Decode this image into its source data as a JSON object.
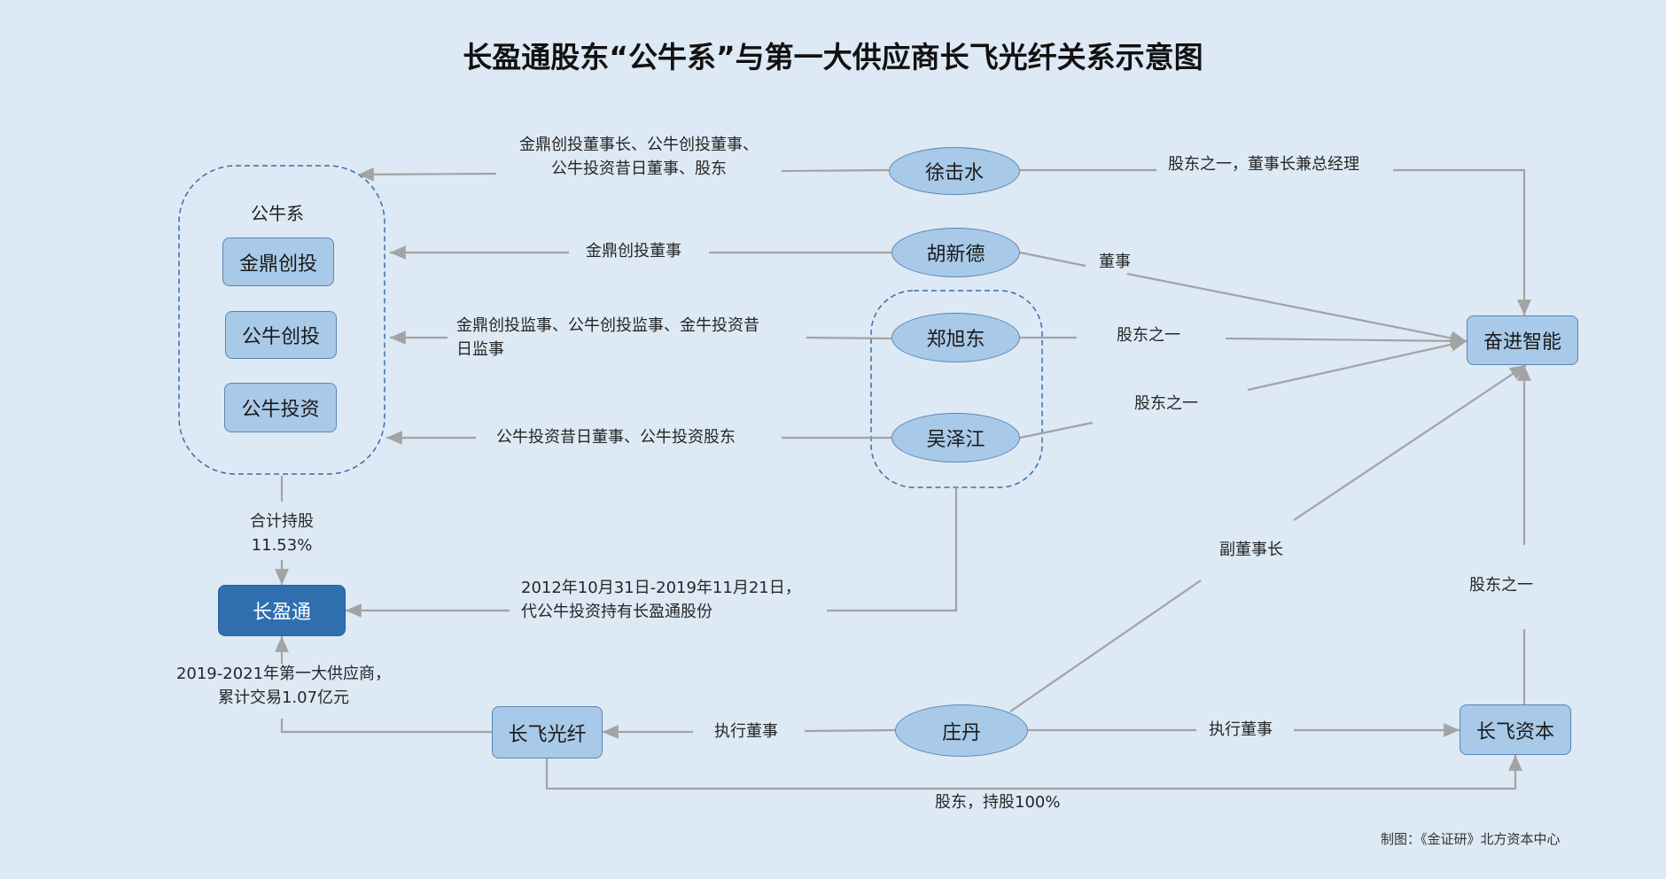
{
  "title": "长盈通股东“公牛系”与第一大供应商长飞光纤关系示意图",
  "group_label": "公牛系",
  "nodes": {
    "jinding": "金鼎创投",
    "gongniu_chuangtou": "公牛创投",
    "gongniu_touzi": "公牛投资",
    "changyingtong": "长盈通",
    "changfei_fiber": "长飞光纤",
    "xu": "徐击水",
    "hu": "胡新德",
    "zheng": "郑旭东",
    "wu": "吴泽江",
    "zhuang": "庄丹",
    "fenjin": "奋进智能",
    "changfei_capital": "长飞资本"
  },
  "edge_labels": {
    "xu_gongniu_1": "金鼎创投董事长、公牛创投董事、",
    "xu_gongniu_2": "公牛投资昔日董事、股东",
    "hu_gongniu": "金鼎创投董事",
    "zheng_gongniu_1": "金鼎创投监事、公牛创投监事、金牛投资昔",
    "zheng_gongniu_2": "日监事",
    "wu_gongniu": "公牛投资昔日董事、公牛投资股东",
    "xu_fenjin": "股东之一，董事长兼总经理",
    "hu_fenjin": "董事",
    "zheng_fenjin": "股东之一",
    "wu_fenjin": "股东之一",
    "gongniu_cyt_1": "合计持股",
    "gongniu_cyt_2": "11.53%",
    "group_cyt_1": "2012年10月31日-2019年11月21日，",
    "group_cyt_2": "代公牛投资持有长盈通股份",
    "fiber_cyt_1": "2019-2021年第一大供应商，",
    "fiber_cyt_2": "累计交易1.07亿元",
    "zhuang_fiber": "执行董事",
    "zhuang_capital": "执行董事",
    "zhuang_fenjin": "副董事长",
    "capital_fenjin": "股东之一",
    "fiber_capital": "股东，持股100%"
  },
  "credit": "制图：《金证研》北方资本中心",
  "colors": {
    "background": "#dde9f4",
    "node_fill": "#a9c9e8",
    "node_border": "#5a86b3",
    "highlight_fill": "#2f6fb0",
    "connector": "#a3a3a3",
    "dashed_outline": "#3b6fa5"
  }
}
